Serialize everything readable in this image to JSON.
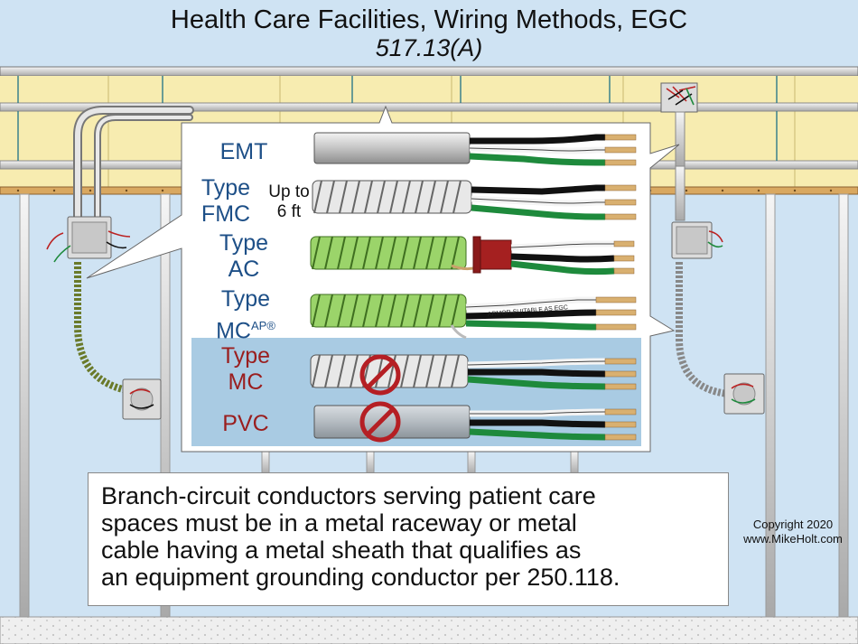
{
  "header": {
    "title": "Health Care Facilities, Wiring Methods, EGC",
    "subtitle": "517.13(A)"
  },
  "wiring_methods": [
    {
      "line1": "EMT",
      "line2": ""
    },
    {
      "line1": "Type",
      "line2": "FMC",
      "note_line1": "Up to",
      "note_line2": "6 ft"
    },
    {
      "line1": "Type",
      "line2": "AC"
    },
    {
      "line1": "Type",
      "line2": "MC",
      "sup": "AP®",
      "armor_text": "ARMOR SUITABLE AS EGC"
    },
    {
      "line1": "Type",
      "line2": "MC"
    },
    {
      "line1": "PVC",
      "line2": ""
    }
  ],
  "callout": {
    "line1": "Branch-circuit conductors serving patient care",
    "line2": "spaces must be in a metal raceway or metal",
    "line3": "cable having a metal sheath that qualifies as",
    "line4": "an equipment grounding conductor per 250.118."
  },
  "copyright": {
    "line1": "Copyright 2020",
    "line2": "www.MikeHolt.com"
  },
  "colors": {
    "wall": "#cfe3f3",
    "ceiling": "#f7ecb0",
    "panel": "#ffffff",
    "not_permitted_bg": "#a9cbe3",
    "prohibited": "#b51f24",
    "conductor_black": "#111111",
    "conductor_white": "#f4f4f4",
    "conductor_green": "#1e8a3c",
    "copper": "#d9b070",
    "ac_bushing": "#a52020",
    "egc_armor": "#7fc24e"
  }
}
